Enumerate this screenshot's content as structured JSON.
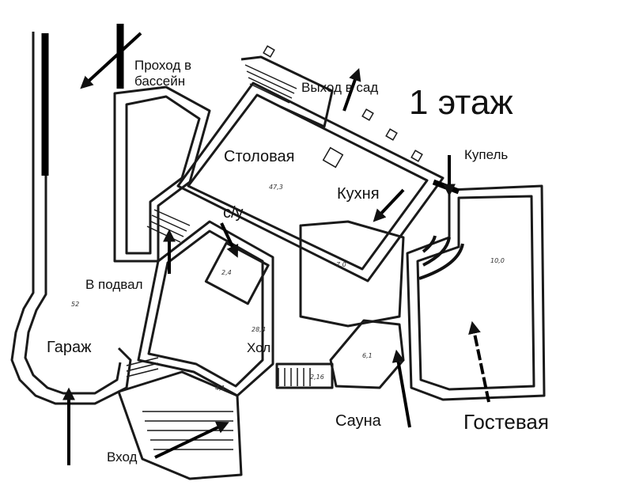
{
  "floor_title": "1 этаж",
  "rooms": {
    "pool_passage": "Проход в бассейн",
    "garden_exit": "Выход в сад",
    "dining": "Столовая",
    "kitchen": "Кухня",
    "kupel": "Купель",
    "wc": "с/у",
    "basement": "В подвал",
    "garage": "Гараж",
    "hall": "Хол",
    "entrance": "Вход",
    "sauna": "Сауна",
    "guest": "Гостевая"
  },
  "areas": {
    "dining": "47,3",
    "kitchen": "7,0",
    "wc": "2,4",
    "garage": "52",
    "hall": "28,4",
    "sauna": "6,1",
    "guest": "10,0",
    "vestibule": "4,1",
    "corridor": "2,16"
  },
  "colors": {
    "ink": "#111111",
    "wall": "#1a1a1a",
    "paper": "#ffffff"
  }
}
